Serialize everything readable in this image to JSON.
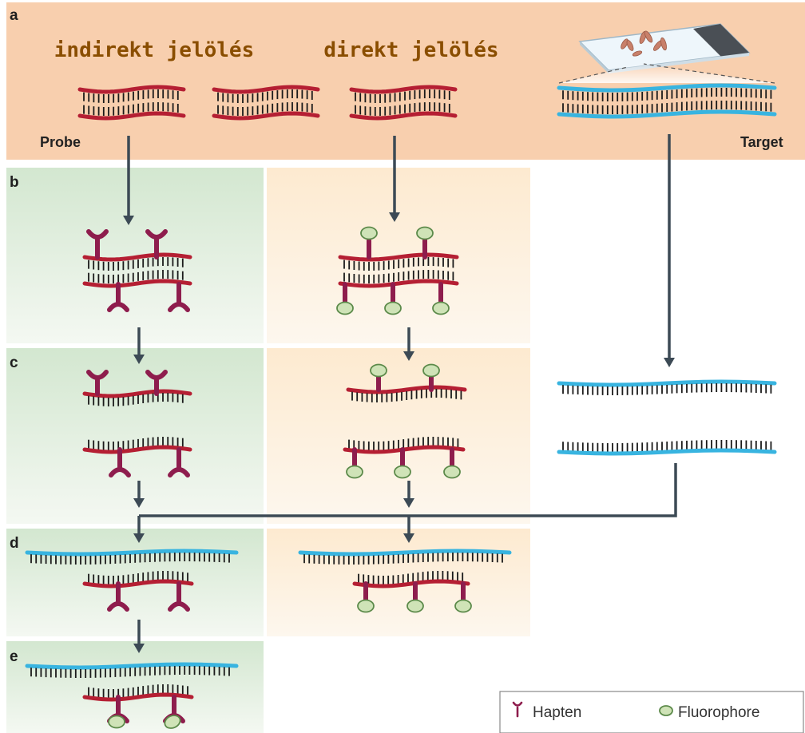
{
  "panels": [
    "a",
    "b",
    "c",
    "d",
    "e"
  ],
  "labels": {
    "indirect": "indirekt jelölés",
    "direct": "direkt jelölés",
    "probe": "Probe",
    "target": "Target"
  },
  "legend": {
    "hapten": "Hapten",
    "fluorophore": "Fluorophore"
  },
  "colors": {
    "probe_strand": "#b51f33",
    "target_strand": "#38b4e0",
    "rungs": "#1a1a1a",
    "hapten": "#8e1d4d",
    "fluorophore_fill": "#cfe3b7",
    "fluorophore_stroke": "#5c8a4a",
    "arrow": "#3c4a55",
    "title_text": "#8a4e00",
    "band_a": "#f8cfae",
    "band_indirect": "#d5e8d2",
    "band_direct": "#fdebd0"
  }
}
